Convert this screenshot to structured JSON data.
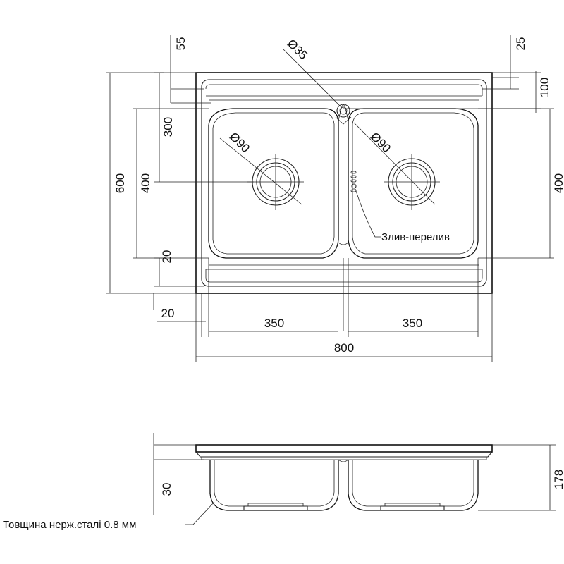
{
  "drawing": {
    "overall_width": "800",
    "overall_depth": "600",
    "bowl_width_left": "350",
    "bowl_width_right": "350",
    "bowl_depth_left": "400",
    "bowl_depth_right": "400",
    "offset_top_300": "300",
    "offset_20_bottom": "20",
    "offset_20_left": "20",
    "top_55": "55",
    "top_25": "25",
    "top_100": "100",
    "faucet_hole": "Ø35",
    "drain_left": "Ø90",
    "drain_right": "Ø90",
    "overflow_label": "Злив-перелив",
    "side_height": "178",
    "side_rim": "30",
    "thickness_note": "Товщина нерж.сталі 0.8 мм"
  }
}
